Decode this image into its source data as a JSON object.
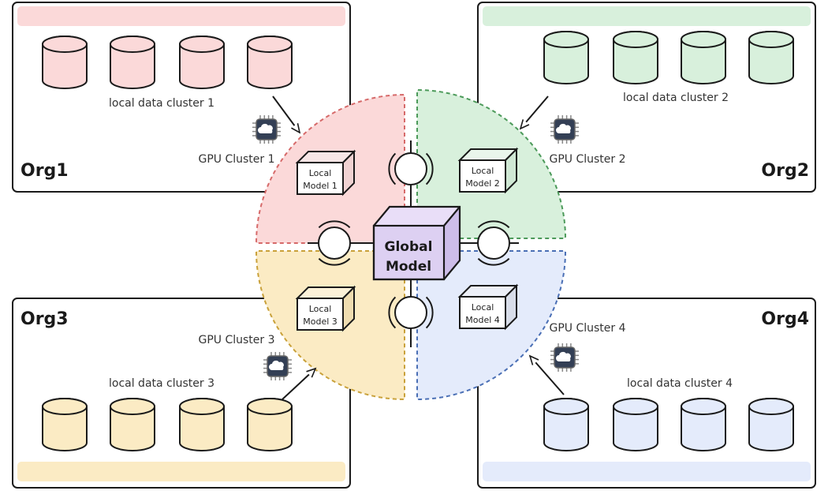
{
  "colors": {
    "red": {
      "fill": "#fbd9d9",
      "stroke": "#d66a6a",
      "cube_top": "#f7e6e6",
      "cube_side": "#f0d2d2"
    },
    "green": {
      "fill": "#d8f0dc",
      "stroke": "#4c9a5a",
      "cube_top": "#e9f5eb",
      "cube_side": "#cfe8d4"
    },
    "yellow": {
      "fill": "#fbebc4",
      "stroke": "#c9a13a",
      "cube_top": "#fbf1d8",
      "cube_side": "#eedcb0"
    },
    "blue": {
      "fill": "#e4ebfb",
      "stroke": "#4a6fb5",
      "cube_top": "#eceff7",
      "cube_side": "#d8dde9"
    },
    "global": {
      "front": "#ddd0f2",
      "top": "#e9def8",
      "side": "#cdbde9"
    },
    "chip": "#333f55"
  },
  "orgs": [
    {
      "id": "org1",
      "name": "Org1",
      "data_label": "local data cluster 1",
      "gpu_label": "GPU Cluster 1",
      "model_label_1": "Local",
      "model_label_2": "Model 1",
      "color": "red"
    },
    {
      "id": "org2",
      "name": "Org2",
      "data_label": "local data cluster 2",
      "gpu_label": "GPU Cluster 2",
      "model_label_1": "Local",
      "model_label_2": "Model 2",
      "color": "green"
    },
    {
      "id": "org3",
      "name": "Org3",
      "data_label": "local data cluster 3",
      "gpu_label": "GPU Cluster 3",
      "model_label_1": "Local",
      "model_label_2": "Model 3",
      "color": "yellow"
    },
    {
      "id": "org4",
      "name": "Org4",
      "data_label": "local data cluster 4",
      "gpu_label": "GPU Cluster 4",
      "model_label_1": "Local",
      "model_label_2": "Model 4",
      "color": "blue"
    }
  ],
  "global_model": {
    "line1": "Global",
    "line2": "Model"
  }
}
